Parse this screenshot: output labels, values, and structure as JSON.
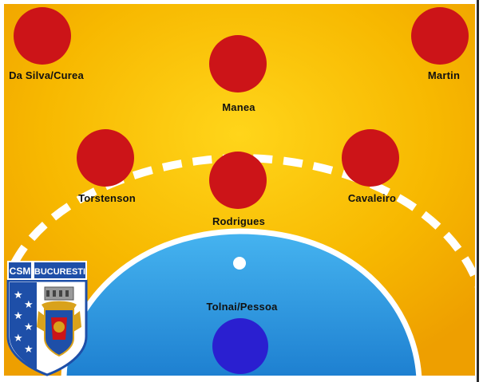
{
  "formation": {
    "players": [
      {
        "name": "Da Silva/Curea",
        "role": "left-wing",
        "team_color": "#cc1418"
      },
      {
        "name": "Manea",
        "role": "pivot-back",
        "team_color": "#cc1418"
      },
      {
        "name": "Martin",
        "role": "right-wing",
        "team_color": "#cc1418"
      },
      {
        "name": "Torstenson",
        "role": "left-back",
        "team_color": "#cc1418"
      },
      {
        "name": "Rodrigues",
        "role": "center",
        "team_color": "#cc1418"
      },
      {
        "name": "Cavaleiro",
        "role": "right-back",
        "team_color": "#cc1418"
      },
      {
        "name": "Tolnai/Pessoa",
        "role": "goalkeeper",
        "team_color": "#2a1fd0"
      }
    ]
  },
  "logo": {
    "left_text": "CSM",
    "right_text": "BUCURESTI",
    "shield_color": "#1e4fa8"
  },
  "colors": {
    "court_yellow": "#f5b400",
    "goal_area_blue": "#2b8fd8",
    "line_white": "#ffffff",
    "player_red": "#cc1418",
    "goalkeeper_blue": "#2a1fd0"
  }
}
